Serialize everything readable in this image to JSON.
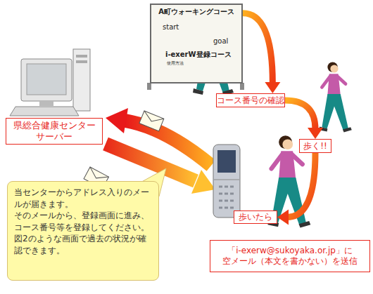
{
  "diagram": {
    "nodes": [
      {
        "text": [
          "A町ウォーキングコース",
          "start",
          "goal",
          "i-exerW登録コース",
          "使用方法"
        ]
      },
      {
        "text": [
          "県総合健康センター",
          "サーバー"
        ]
      },
      {
        "text": [
          "コース番号の確認"
        ]
      },
      {
        "text": [
          "歩く!!"
        ]
      },
      {
        "text": [
          "歩いたら"
        ]
      },
      {
        "text": [
          "「i-exerw@sukoyaka.or.jp」に",
          "空メール（本文を書かない）を送信"
        ]
      },
      {
        "text": [
          "当センターからアドレス入りのメールが届きます。",
          "そのメールから、登録画面に進み、コース番号等を登録してください。",
          "図2のような画面で過去の状況が確認できます。"
        ]
      }
    ],
    "edges": [
      {
        "from": 0,
        "to": 2,
        "arrow": "to"
      },
      {
        "from": 2,
        "to": 3,
        "arrow": "to"
      },
      {
        "from": 3,
        "to": 4,
        "arrow": "to"
      }
    ]
  }
}
